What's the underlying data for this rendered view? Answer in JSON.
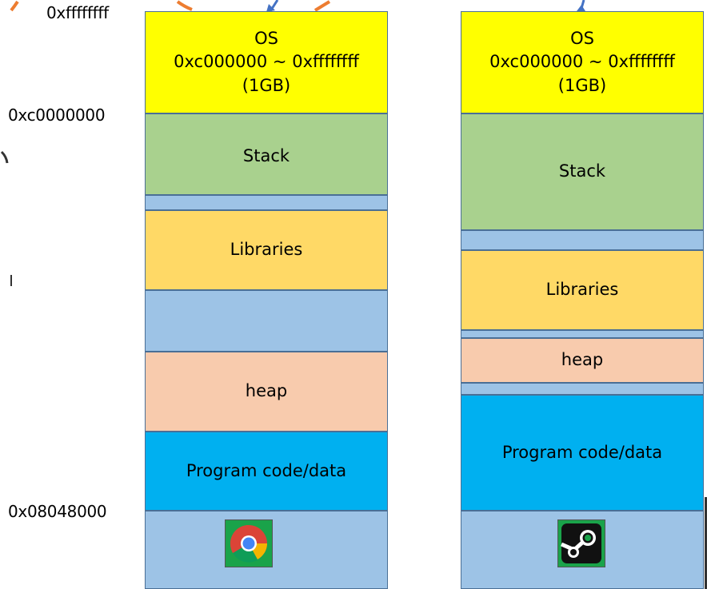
{
  "addresses": {
    "top": "0xffffffff",
    "os_boundary": "0xc0000000",
    "code_start": "0x08048000"
  },
  "left_process": {
    "os": {
      "title": "OS",
      "range": "0xc000000 ~ 0xffffffff",
      "size": "(1GB)"
    },
    "stack": "Stack",
    "libraries": "Libraries",
    "heap": "heap",
    "code": "Program code/data",
    "app_icon": "chrome-icon"
  },
  "right_process": {
    "os": {
      "title": "OS",
      "range": "0xc000000 ~ 0xffffffff",
      "size": "(1GB)"
    },
    "stack": "Stack",
    "libraries": "Libraries",
    "heap": "heap",
    "code": "Program code/data",
    "app_icon": "steam-icon"
  },
  "colors": {
    "os": "#ffff00",
    "stack": "#a9d18e",
    "free": "#9dc3e6",
    "libraries": "#ffd966",
    "heap": "#f8cbad",
    "code": "#00b0f0",
    "arrow_blue": "#4472c4",
    "arrow_orange": "#ed7d31"
  }
}
